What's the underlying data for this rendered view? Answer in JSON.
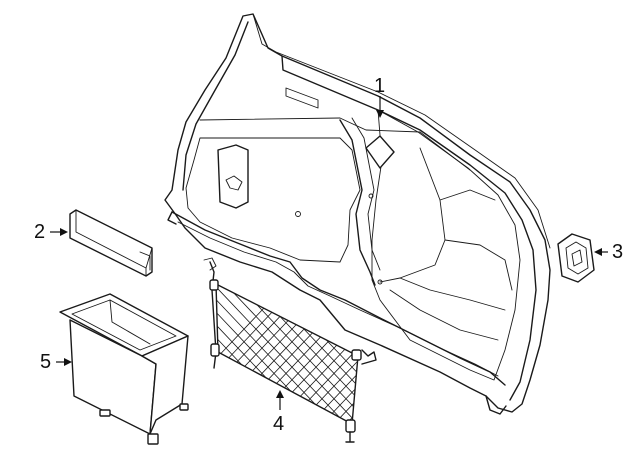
{
  "diagram": {
    "callouts": [
      {
        "id": "part-1",
        "label": "1"
      },
      {
        "id": "part-2",
        "label": "2"
      },
      {
        "id": "part-3",
        "label": "3"
      },
      {
        "id": "part-4",
        "label": "4"
      },
      {
        "id": "part-5",
        "label": "5"
      }
    ]
  },
  "colors": {
    "line": "#1a1a1a",
    "background": "#ffffff"
  }
}
